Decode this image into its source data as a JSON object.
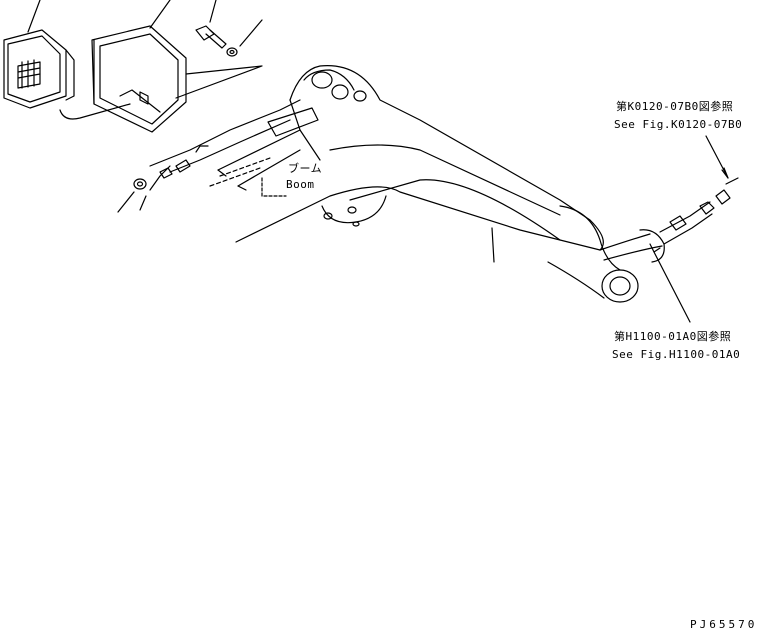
{
  "ref_top": {
    "jp": "第K0120-07B0図参照",
    "en": "See Fig.K0120-07B0"
  },
  "ref_bottom": {
    "jp": "第H1100-01A0図参照",
    "en": "See Fig.H1100-01A0"
  },
  "boom": {
    "jp": "ブーム",
    "en": "Boom"
  },
  "drawing_code": "PJ65570",
  "colors": {
    "line": "#000000",
    "background": "#ffffff"
  }
}
